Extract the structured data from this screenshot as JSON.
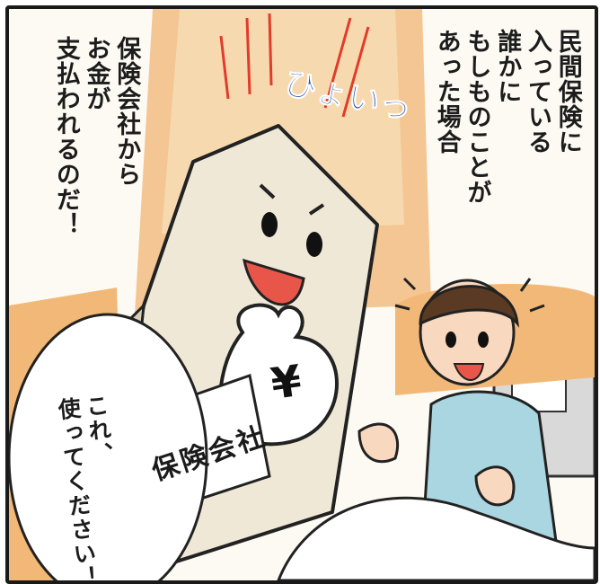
{
  "narration": {
    "right_lines": [
      "民間保険に",
      "入っている",
      "誰かに",
      "もしものことが",
      "あった場合"
    ],
    "left_lines": [
      "保険会社から",
      "お金が",
      "支払われるのだ！"
    ]
  },
  "sound_effect": "ひょいっ",
  "speech_bubble_lines": [
    "これ、",
    "使ってください！"
  ],
  "company_label": "保険会社",
  "money_bag_symbol": "¥",
  "colors": {
    "sfx_blue": "#1f4fb2",
    "background_orange": "#f2b878",
    "pajama_blue": "#a9d6e0",
    "company_body": "#efe8d6"
  }
}
